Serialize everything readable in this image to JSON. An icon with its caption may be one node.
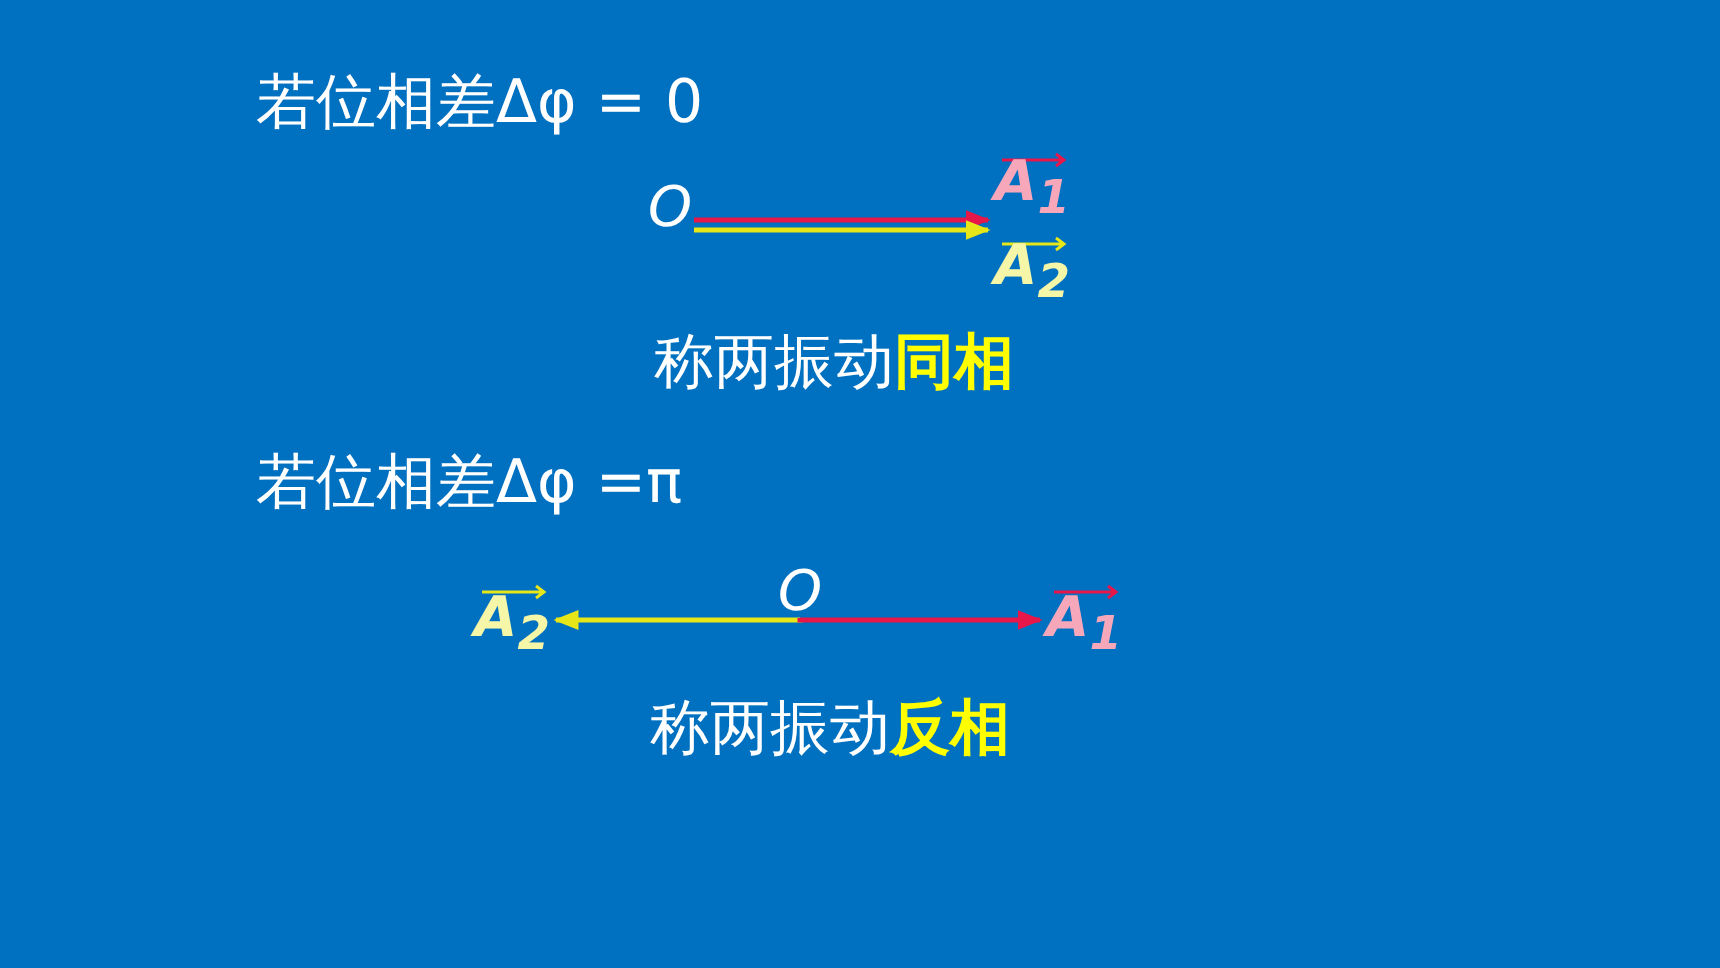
{
  "diagram": {
    "nodes": [
      {
        "text": [
          "O"
        ]
      },
      {
        "text": [
          "A$_{1}$"
        ]
      },
      {
        "text": [
          "A$_{2}$"
        ]
      },
      {
        "text": [
          "O"
        ]
      },
      {
        "text": [
          "A$_{2}$"
        ]
      },
      {
        "text": [
          "A$_{1}$"
        ]
      }
    ],
    "edges": [
      {
        "from": 0,
        "to": 1,
        "arrow": "to",
        "color": "#e8174a"
      },
      {
        "from": 0,
        "to": 2,
        "arrow": "to",
        "color": "#e6e619"
      },
      {
        "from": 3,
        "to": 4,
        "arrow": "to",
        "color": "#e6e619"
      },
      {
        "from": 3,
        "to": 5,
        "arrow": "to",
        "color": "#e8174a"
      }
    ],
    "labels": [
      "若位相差Δφ = 0",
      "称两振动**同相**",
      "若位相差Δφ =π",
      "称两振动**反相**"
    ]
  }
}
